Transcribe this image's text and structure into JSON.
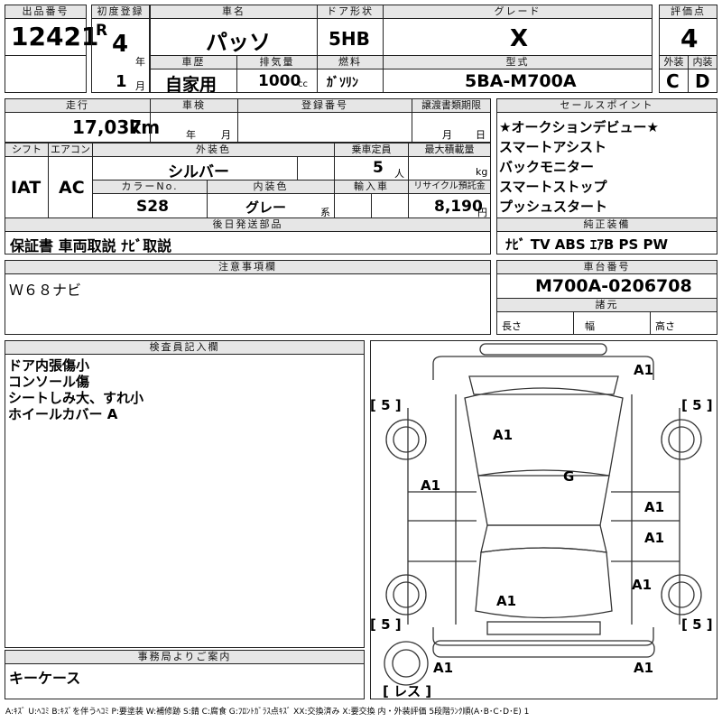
{
  "header": {
    "lot_no_label": "出品番号",
    "lot_no": "12421",
    "first_reg_label": "初度登録",
    "era": "R",
    "year": "4",
    "year_unit": "年",
    "month": "1",
    "month_unit": "月",
    "car_name_label": "車名",
    "car_name": "パッソ",
    "door_label": "ドア形状",
    "door": "5HB",
    "grade_label": "グレード",
    "grade": "X",
    "score_label": "評価点",
    "score": "4",
    "history_label": "車歴",
    "history": "自家用",
    "displacement_label": "排気量",
    "displacement": "1000",
    "displacement_unit": "cc",
    "fuel_label": "燃料",
    "fuel": "ｶﾞｿﾘﾝ",
    "model_label": "型式",
    "model": "5BA-M700A",
    "exterior_label": "外装",
    "exterior": "C",
    "interior_label": "内装",
    "interior": "D"
  },
  "row2": {
    "mileage_label": "走行",
    "mileage": "17,037",
    "mileage_unit": "km",
    "inspection_label": "車検",
    "insp_year_unit": "年",
    "insp_month_unit": "月",
    "regno_label": "登録番号",
    "transfer_label": "譲渡書類期限",
    "transfer_month": "月",
    "transfer_day": "日",
    "shift_label": "シフト",
    "shift": "IAT",
    "ac_label": "エアコン",
    "ac": "AC",
    "ext_color_label": "外装色",
    "ext_color": "シルバー",
    "capacity_label": "乗車定員",
    "capacity": "5",
    "capacity_unit": "人",
    "max_load_label": "最大積載量",
    "max_load_unit": "kg",
    "color_no_label": "カラーNo.",
    "color_no": "S28",
    "int_color_label": "内装色",
    "int_color": "グレー",
    "int_color_unit": "系",
    "import_label": "輸入車",
    "recycle_label": "リサイクル預託金",
    "recycle": "8,190",
    "recycle_unit": "円",
    "later_parts_label": "後日発送部品",
    "later_parts": "保証書 車両取説 ﾅﾋﾞ取説"
  },
  "sales": {
    "label": "セールスポイント",
    "items": [
      "★オークションデビュー★",
      "スマートアシスト",
      "バックモニター",
      "スマートストップ",
      "プッシュスタート"
    ],
    "equip_label": "純正装備",
    "equip": "ﾅﾋﾞ TV ABS ｴｱB PS PW"
  },
  "notes": {
    "label": "注意事項欄",
    "text": "Ｗ６８ナビ"
  },
  "chassis": {
    "label": "車台番号",
    "number": "M700A-0206708",
    "dims_label": "諸元",
    "length_label": "長さ",
    "width_label": "幅",
    "height_label": "高さ"
  },
  "inspector": {
    "label": "検査員記入欄",
    "lines": [
      "ドア内張傷小",
      "コンソール傷",
      "シートしみ大、すれ小",
      "ホイールカバー A"
    ]
  },
  "office": {
    "label": "事務局よりご案内",
    "text": "キーケース"
  },
  "diagram": {
    "tyre_fl": "[ 5 ]",
    "tyre_fr": "[ 5 ]",
    "tyre_rl": "[ 5 ]",
    "tyre_rr": "[ 5 ]",
    "spare": "[ レス ]",
    "marks": {
      "front_right": "A1",
      "hood": "A1",
      "roof": "G",
      "left_front_door": "A1",
      "right_front_door": "A1",
      "right_rear_door": "A1",
      "right_rear_fender": "A1",
      "trunk": "A1",
      "rear_left": "A1",
      "rear_right": "A1"
    }
  },
  "legend": "A:ｷｽﾞ U:ﾍｺﾐ B:ｷｽﾞを伴うﾍｺﾐ P:要塗装 W:補修跡 S:錆 C:腐食 G:ﾌﾛﾝﾄｶﾞﾗｽ点ｷｽﾞ XX:交換済み X:要交換 内・外装評価 5段階ﾗﾝｸ順(A･B･C･D･E) 1"
}
